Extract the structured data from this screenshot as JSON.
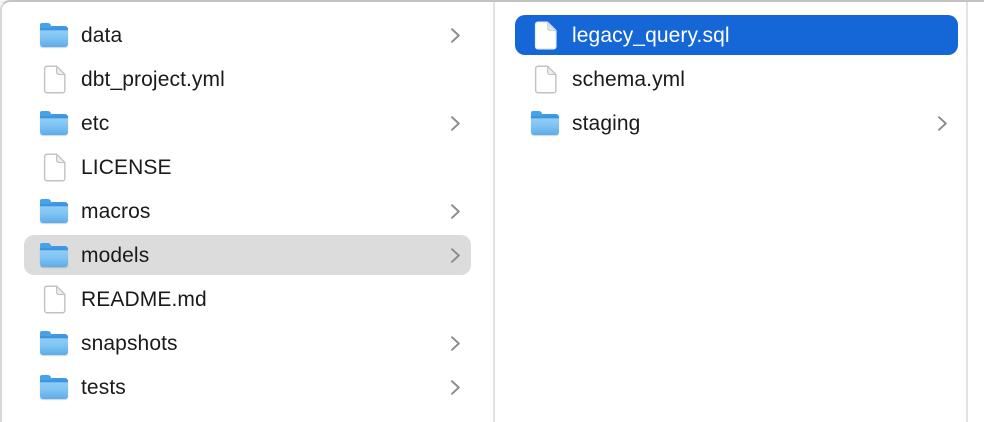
{
  "colors": {
    "selection_active": "#1567d8",
    "selection_inactive": "#dcdcdc",
    "row_text": "#1a1a1a",
    "selected_row_text": "#ffffff",
    "chevron": "#8b8b8b",
    "divider": "#e3e3e3",
    "folder_blue": "#5cacea",
    "window_bg": "#ffffff"
  },
  "file_browser": {
    "view": "finder-column-view",
    "columns": [
      {
        "id": "column-1",
        "items": [
          {
            "label": "data",
            "kind": "folder",
            "icon": "folder-icon",
            "has_chevron": true,
            "selected": false,
            "selection_style": null
          },
          {
            "label": "dbt_project.yml",
            "kind": "file",
            "icon": "document-icon",
            "has_chevron": false,
            "selected": false,
            "selection_style": null
          },
          {
            "label": "etc",
            "kind": "folder",
            "icon": "folder-icon",
            "has_chevron": true,
            "selected": false,
            "selection_style": null
          },
          {
            "label": "LICENSE",
            "kind": "file",
            "icon": "document-icon",
            "has_chevron": false,
            "selected": false,
            "selection_style": null
          },
          {
            "label": "macros",
            "kind": "folder",
            "icon": "folder-icon",
            "has_chevron": true,
            "selected": false,
            "selection_style": null
          },
          {
            "label": "models",
            "kind": "folder",
            "icon": "folder-icon",
            "has_chevron": true,
            "selected": true,
            "selection_style": "inactive"
          },
          {
            "label": "README.md",
            "kind": "file",
            "icon": "document-icon",
            "has_chevron": false,
            "selected": false,
            "selection_style": null
          },
          {
            "label": "snapshots",
            "kind": "folder",
            "icon": "folder-icon",
            "has_chevron": true,
            "selected": false,
            "selection_style": null
          },
          {
            "label": "tests",
            "kind": "folder",
            "icon": "folder-icon",
            "has_chevron": true,
            "selected": false,
            "selection_style": null
          }
        ]
      },
      {
        "id": "column-2",
        "items": [
          {
            "label": "legacy_query.sql",
            "kind": "file",
            "icon": "document-icon",
            "has_chevron": false,
            "selected": true,
            "selection_style": "active"
          },
          {
            "label": "schema.yml",
            "kind": "file",
            "icon": "document-icon",
            "has_chevron": false,
            "selected": false,
            "selection_style": null
          },
          {
            "label": "staging",
            "kind": "folder",
            "icon": "folder-icon",
            "has_chevron": true,
            "selected": false,
            "selection_style": null
          }
        ]
      },
      {
        "id": "column-3",
        "items": []
      }
    ]
  }
}
